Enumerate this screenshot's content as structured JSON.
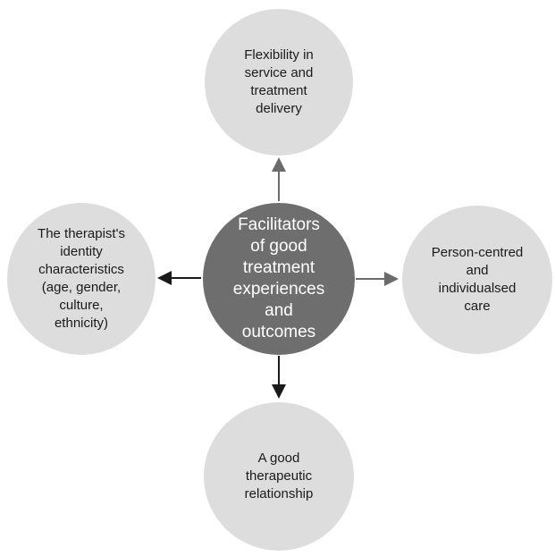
{
  "diagram": {
    "center": {
      "label": "Facilitators\nof good\ntreatment\nexperiences\nand\noutcomes"
    },
    "nodes": {
      "top": {
        "label": "Flexibility in\nservice and\ntreatment\ndelivery"
      },
      "left": {
        "label": "The therapist's\nidentity\ncharacteristics\n(age, gender,\nculture,\nethnicity)"
      },
      "right": {
        "label": "Person-centred\nand\nindividualsed\ncare"
      },
      "bottom": {
        "label": "A good\ntherapeutic\nrelationship"
      }
    },
    "colors": {
      "center_fill": "#6e6e6e",
      "outer_fill": "#dddddd",
      "arrow_dark": "#1a1a1a",
      "arrow_grey": "#6b6b6b"
    }
  }
}
